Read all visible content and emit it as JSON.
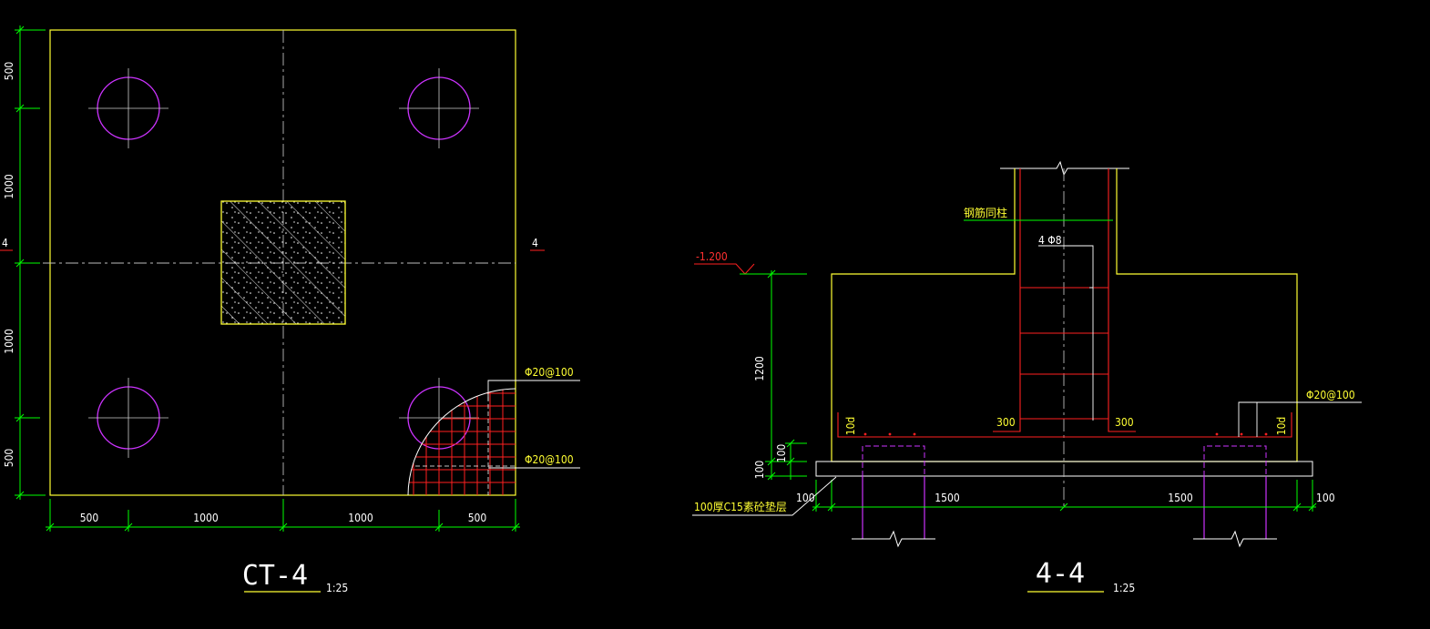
{
  "plan": {
    "title": "CT-4",
    "scale": "1:25",
    "dims_bottom": [
      "500",
      "1000",
      "1000",
      "500"
    ],
    "dims_left": [
      "500",
      "1000",
      "1000",
      "500"
    ],
    "section_mark_left": "4",
    "section_mark_right": "4",
    "rebar_top": "Φ20@100",
    "rebar_bottom": "Φ20@100"
  },
  "section": {
    "title": "4-4",
    "scale": "1:25",
    "elevation": "-1.200",
    "depth_dim": "1200",
    "pad_dim_1": "100",
    "pad_dim_2": "100",
    "bottom_dims": [
      "100",
      "1500",
      "1500",
      "100"
    ],
    "column_note": "钢筋同柱",
    "stirrup_label": "4 Φ8",
    "hook_left": "300",
    "hook_right": "300",
    "anchor_left": "10d",
    "anchor_right": "10d",
    "rebar_label": "Φ20@100",
    "pad_note": "100厚C15素砼垫层"
  },
  "colors": {
    "outline": "#ffff33",
    "dimension": "#00ff00",
    "rebar": "#ff2020",
    "pile": "#cc33ff",
    "text": "#ffffff",
    "background": "#000000"
  }
}
